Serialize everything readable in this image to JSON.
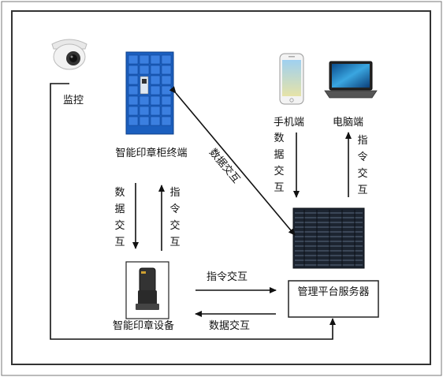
{
  "nodes": {
    "camera_label": "监控",
    "cabinet_label": "智能印章柜终端",
    "phone_label": "手机端",
    "pc_label": "电脑端",
    "device_label": "智能印章设备",
    "server_label": "管理平台服务器"
  },
  "edges": {
    "cabinet_to_device": "数据交互",
    "device_to_cabinet": "指令交互",
    "cabinet_server": "数据交互",
    "phone_to_server": "数据交互",
    "server_to_pc": "指令交互",
    "device_to_server": "指令交互",
    "server_to_device": "数据交互"
  }
}
